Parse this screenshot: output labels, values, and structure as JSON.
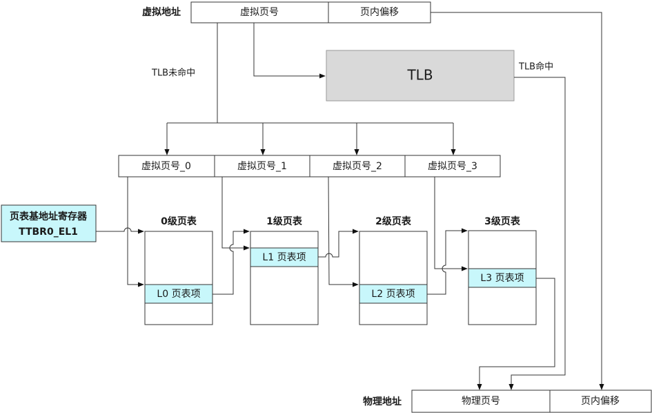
{
  "virtual_address": {
    "label": "虚拟地址",
    "fields": [
      "虚拟页号",
      "页内偏移"
    ]
  },
  "tlb": {
    "label": "TLB",
    "miss_label": "TLB未命中",
    "hit_label": "TLB命中"
  },
  "vpn_split": [
    "虚拟页号_0",
    "虚拟页号_1",
    "虚拟页号_2",
    "虚拟页号_3"
  ],
  "base_register": {
    "line1": "页表基地址寄存器",
    "line2": "TTBR0_EL1"
  },
  "page_tables": [
    {
      "title": "0级页表",
      "entry": "L0 页表项"
    },
    {
      "title": "1级页表",
      "entry": "L1 页表项"
    },
    {
      "title": "2级页表",
      "entry": "L2 页表项"
    },
    {
      "title": "3级页表",
      "entry": "L3 页表项"
    }
  ],
  "physical_address": {
    "label": "物理地址",
    "fields": [
      "物理页号",
      "页内偏移"
    ]
  },
  "colors": {
    "tlb_fill": "#d9d9d9",
    "highlight_fill": "#c8f7fb",
    "stroke": "#333333"
  }
}
